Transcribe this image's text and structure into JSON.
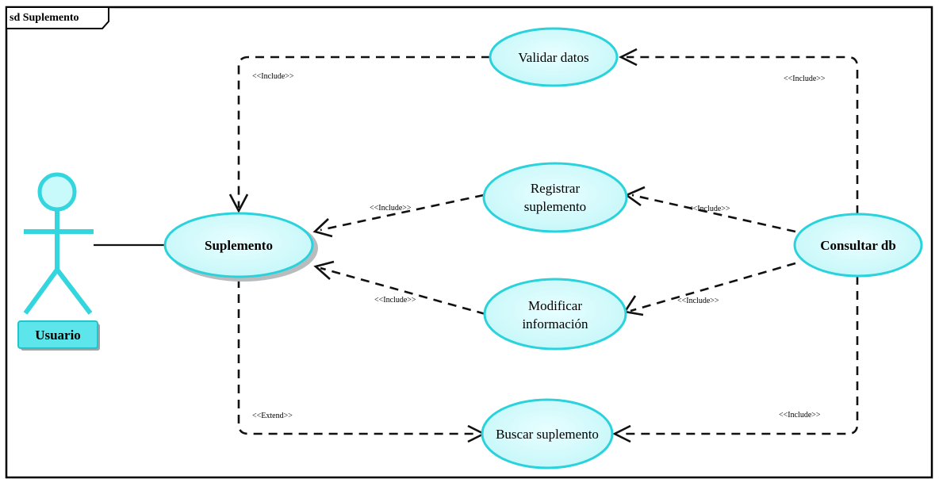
{
  "frame": {
    "title": "sd Suplemento"
  },
  "actor": {
    "name": "Usuario"
  },
  "use_cases": {
    "validar": {
      "line1": "Validar datos"
    },
    "registrar": {
      "line1": "Registrar",
      "line2": "suplemento"
    },
    "suplemento": {
      "line1": "Suplemento"
    },
    "consultar": {
      "line1": "Consultar db"
    },
    "modificar": {
      "line1": "Modificar",
      "line2": "información"
    },
    "buscar": {
      "line1": "Buscar suplemento"
    }
  },
  "relations": {
    "validar_to_suplemento": "<<Include>>",
    "consultar_to_validar": "<<Include>>",
    "registrar_to_suplemento": "<<Include>>",
    "consultar_to_registrar": "<<Include>>",
    "modificar_to_suplemento": "<<Include>>",
    "consultar_to_modificar": "<<Include>>",
    "suplemento_to_buscar": "<<Extend>>",
    "consultar_to_buscar": "<<Include>>"
  },
  "colors": {
    "use_case_fill": "#d9fcfc",
    "use_case_stroke": "#2ad3dc",
    "actor": "#33d6de",
    "actor_label_fill": "#5ce6ec"
  }
}
